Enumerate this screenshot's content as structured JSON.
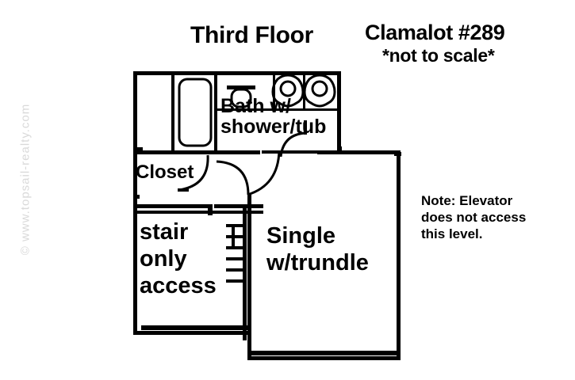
{
  "page": {
    "watermark": "© www.topsail-realty.com",
    "background_color": "#ffffff",
    "ink_color": "#000000"
  },
  "header": {
    "floor_title": "Third Floor",
    "unit_title": "Clamalot #289",
    "scale_note": "*not to scale*"
  },
  "note": {
    "line1": "Note: Elevator",
    "line2": "does not access",
    "line3": "this level."
  },
  "floorplan": {
    "type": "architectural-floor-plan",
    "rooms": [
      {
        "name": "bathroom",
        "label_line1": "Bath w/",
        "label_line2": "shower/tub",
        "fixtures": [
          "tub",
          "sink",
          "sink",
          "toilet"
        ]
      },
      {
        "name": "closet",
        "label": "Closet",
        "fixtures": [
          "door-swing"
        ]
      },
      {
        "name": "stairwell",
        "label_line1": "stair",
        "label_line2": "only",
        "label_line3": "access",
        "fixtures": [
          "stair-treads"
        ]
      },
      {
        "name": "bedroom",
        "label_line1": "Single",
        "label_line2": "w/trundle",
        "fixtures": [
          "door-swing"
        ]
      }
    ]
  }
}
